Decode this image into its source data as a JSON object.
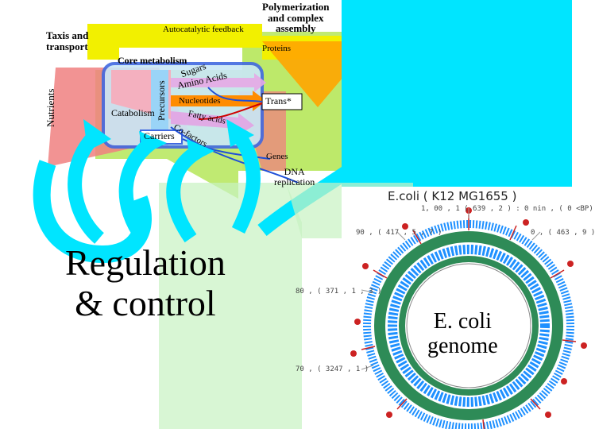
{
  "labels": {
    "taxis_transport": "Taxis and\ntransport",
    "nutrients": "Nutrients",
    "core_metabolism": "Core metabolism",
    "autocatalytic": "Autocatalytic feedback",
    "polymerization": "Polymerization\nand complex\nassembly",
    "proteins": "Proteins",
    "precursors": "Precursors",
    "catabolism": "Catabolism",
    "carriers": "Carriers",
    "sugars": "Sugars",
    "amino_acids": "Amino Acids",
    "nucleotides": "Nucleotides",
    "fatty_acids": "Fatty acids",
    "cofactors": "Co-factors",
    "trans": "Trans*",
    "genes": "Genes",
    "dna_replication": "DNA\nreplication",
    "regulation": "Regulation\n& control",
    "ecoli_genome": "E. coli\ngenome"
  },
  "genome_map": {
    "title": "E.coli ( K12 MG1655 )",
    "coords": [
      "1, 00 , 1 ( 639 , 2 ) : 0 nin , ( 0 <BP)",
      "90 , ( 417 , 5 , 7 )",
      "80 , ( 371 , 1 , 3 )",
      "70 , ( 3247 , 1 )",
      "0 , ( 463 , 9 )"
    ]
  },
  "colors": {
    "yellow_autocatalytic": "#f2f000",
    "green_big": "#bde96a",
    "orange_triangle": "#ffa500",
    "pink": "#f08080",
    "core_box_border": "#4169e1",
    "lightblue": "#87cefa",
    "cyan_arrow": "#00e5ff",
    "genome_green": "#2e8b57",
    "genome_blue": "#1e90ff",
    "genome_red": "#cc2222"
  }
}
